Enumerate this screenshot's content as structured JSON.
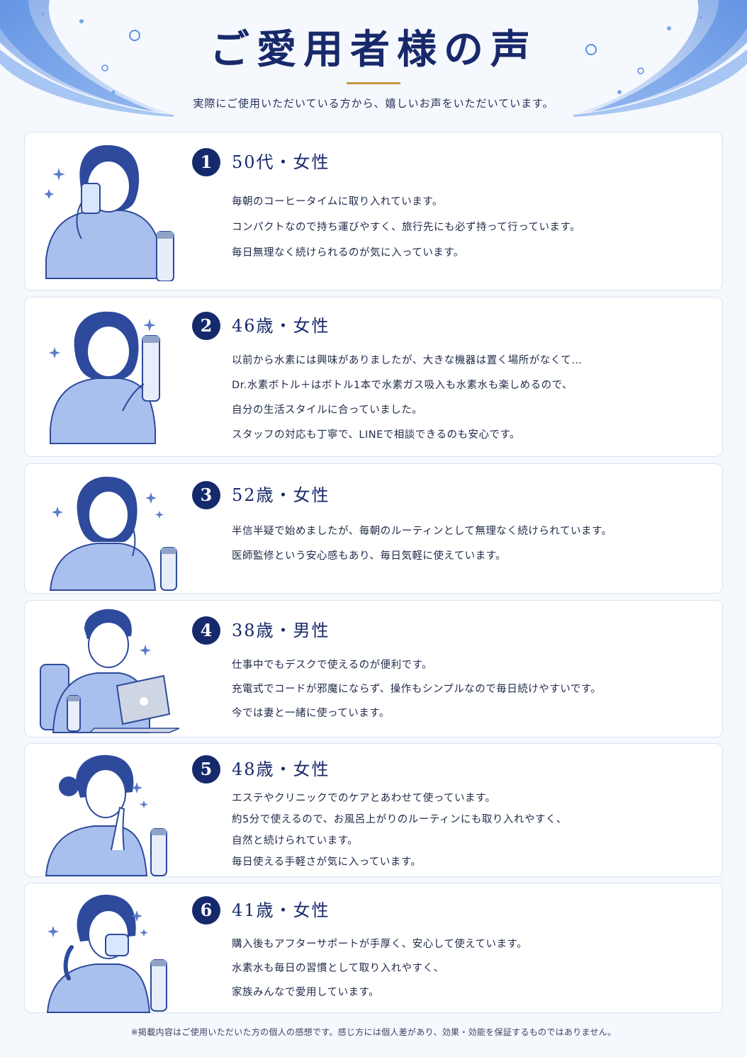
{
  "header": {
    "title": "ご愛用者様の声",
    "subtitle": "実際にご使用いただいている方から、嬉しいお声をいただいています。"
  },
  "testimonials": [
    {
      "number": "1",
      "profile": "50代・女性",
      "lines": [
        "毎朝のコーヒータイムに取り入れています。",
        "コンパクトなので持ち運びやすく、旅行先にも必ず持って行っています。",
        "毎日無理なく続けられるのが気に入っています。"
      ]
    },
    {
      "number": "2",
      "profile": "46歳・女性",
      "lines": [
        "以前から水素には興味がありましたが、大きな機器は置く場所がなくて…",
        "Dr.水素ボトル＋はボトル1本で水素ガス吸入も水素水も楽しめるので、",
        "自分の生活スタイルに合っていました。",
        "スタッフの対応も丁寧で、LINEで相談できるのも安心です。"
      ]
    },
    {
      "number": "3",
      "profile": "52歳・女性",
      "lines": [
        "半信半疑で始めましたが、毎朝のルーティンとして無理なく続けられています。",
        "医師監修という安心感もあり、毎日気軽に使えています。"
      ]
    },
    {
      "number": "4",
      "profile": "38歳・男性",
      "lines": [
        "仕事中でもデスクで使えるのが便利です。",
        "充電式でコードが邪魔にならず、操作もシンプルなので毎日続けやすいです。",
        "今では妻と一緒に使っています。"
      ]
    },
    {
      "number": "5",
      "profile": "48歳・女性",
      "lines": [
        "エステやクリニックでのケアとあわせて使っています。",
        "約5分で使えるので、お風呂上がりのルーティンにも取り入れやすく、",
        "自然と続けられています。",
        "毎日使える手軽さが気に入っています。"
      ]
    },
    {
      "number": "6",
      "profile": "41歳・女性",
      "lines": [
        "購入後もアフターサポートが手厚く、安心して使えています。",
        "水素水も毎日の習慣として取り入れやすく、",
        "家族みんなで愛用しています。"
      ]
    }
  ],
  "footnote": "※掲載内容はご使用いただいた方の個人の感想です。感じ方には個人差があり、効果・効能を保証するものではありません。",
  "colors": {
    "navy": "#15296d",
    "accent_gold": "#c7963f",
    "illustration_blue": "#2e4a9c",
    "illustration_fill": "#a9c0ee",
    "card_border": "#dbe3f0"
  }
}
